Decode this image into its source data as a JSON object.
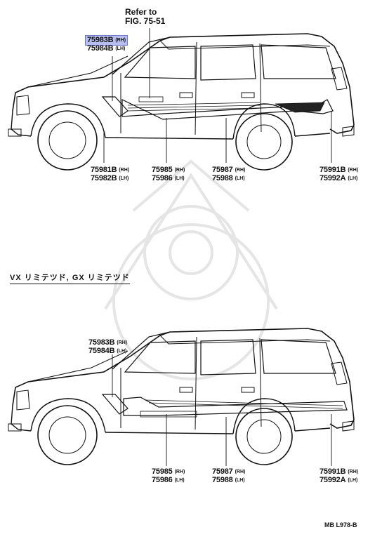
{
  "ref_note": {
    "line1": "Refer to",
    "line2": "FIG. 75-51"
  },
  "section_label": "VX  リミテツド, GX  リミテツド",
  "drawing_code": "MB  L978-B",
  "upper_labels": {
    "p75983B": {
      "part": "75983B",
      "side": "(RH)"
    },
    "p75984B": {
      "part": "75984B",
      "side": "(LH)"
    },
    "p75981B": {
      "part": "75981B",
      "side": "(RH)"
    },
    "p75982B": {
      "part": "75982B",
      "side": "(LH)"
    },
    "p75985": {
      "part": "75985",
      "side": "(RH)"
    },
    "p75986": {
      "part": "75986",
      "side": "(LH)"
    },
    "p75987": {
      "part": "75987",
      "side": "(RH)"
    },
    "p75988": {
      "part": "75988",
      "side": "(LH)"
    },
    "p75991B": {
      "part": "75991B",
      "side": "(RH)"
    },
    "p75992A": {
      "part": "75992A",
      "side": "(LH)"
    }
  },
  "lower_labels": {
    "p75983B": {
      "part": "75983B",
      "side": "(RH)"
    },
    "p75984B": {
      "part": "75984B",
      "side": "(LH)"
    },
    "p75985": {
      "part": "75985",
      "side": "(RH)"
    },
    "p75986": {
      "part": "75986",
      "side": "(LH)"
    },
    "p75987": {
      "part": "75987",
      "side": "(RH)"
    },
    "p75988": {
      "part": "75988",
      "side": "(LH)"
    },
    "p75991B": {
      "part": "75991B",
      "side": "(RH)"
    },
    "p75992A": {
      "part": "75992A",
      "side": "(LH)"
    }
  },
  "highlight_color": "#b8bff0"
}
